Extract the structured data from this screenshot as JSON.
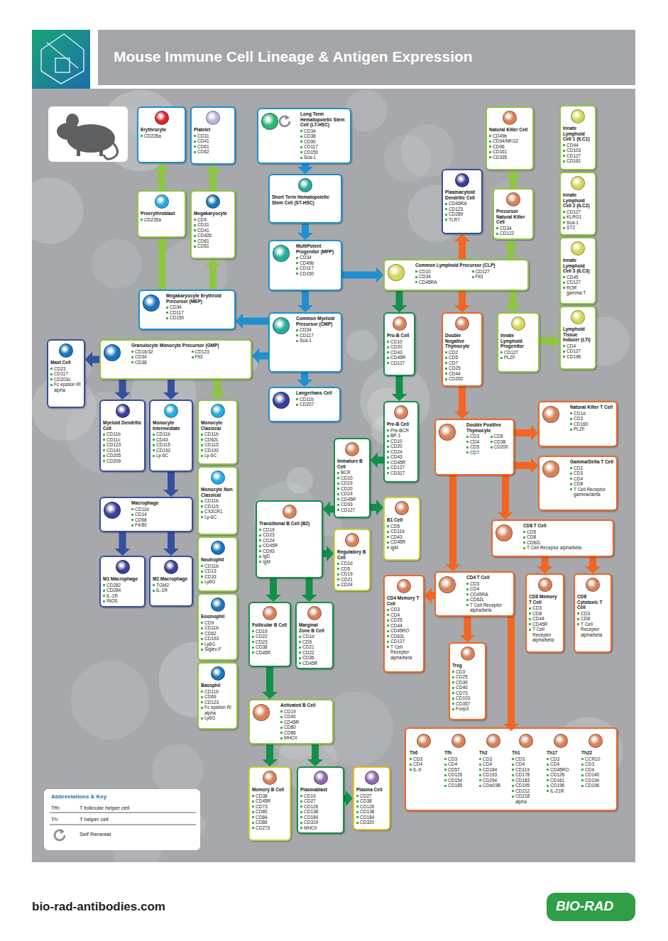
{
  "diagram": {
    "title": "Mouse Immune Cell Lineage & Antigen Expression",
    "nodes": [
      {
        "text": [
          "Erythrocyte",
          "CD235a"
        ]
      },
      {
        "text": [
          "Platelet",
          "CD31",
          "CD41",
          "CD61",
          "CD62"
        ]
      },
      {
        "text": [
          "Long Term Hematopoietic Stem Cell (LT-HSC)",
          "CD34",
          "CD38",
          "CD90",
          "CD117",
          "CD150",
          "Sca-1"
        ]
      },
      {
        "text": [
          "Short Term Hematopoietic Stem Cell (ST-HSC)"
        ]
      },
      {
        "text": [
          "Proerythroblast",
          "CD235a"
        ]
      },
      {
        "text": [
          "Megakaryocyte",
          "CD9",
          "CD31",
          "CD41",
          "CD42b",
          "CD61",
          "CD61"
        ]
      },
      {
        "text": [
          "MultiPotent Progenitor (MPP)",
          "CD34",
          "CD49b",
          "CD117",
          "CD150"
        ]
      },
      {
        "text": [
          "Common Lymphoid Precursor (CLP)",
          "CD10",
          "CD34",
          "CD45RA",
          "CD127",
          "Flt3"
        ]
      },
      {
        "text": [
          "Plasmacytoid Dendritic Cell",
          "CD45RA",
          "CD123",
          "CD289",
          "TLR7"
        ]
      },
      {
        "text": [
          "Natural Killer Cell",
          "CD49b",
          "CD94/NKG2",
          "CD96",
          "CD161",
          "CD335"
        ]
      },
      {
        "text": [
          "Precursor Natural Killer Cell",
          "CD34",
          "CD122"
        ]
      },
      {
        "text": [
          "Innate Lymphoid Cell 1 (ILC1)",
          "CD94",
          "CD103",
          "CD127",
          "CD161"
        ]
      },
      {
        "text": [
          "Innate Lymphoid Cell 2 (ILC2)",
          "CD127",
          "KLRG1",
          "Sca-1",
          "ST2"
        ]
      },
      {
        "text": [
          "Innate Lymphoid Cell 3 (ILC3)",
          "CD45",
          "CD127",
          "ROR gamma T"
        ]
      },
      {
        "text": [
          "Lymphoid Tissue Inducer (LTi)",
          "CD4",
          "CD127",
          "CD196"
        ]
      },
      {
        "text": [
          "Megakaryocyte Erythroid Precursor (MEP)",
          "CD34",
          "CD117",
          "CD150"
        ]
      },
      {
        "text": [
          "Common Myeloid Precursor (CMP)",
          "CD34",
          "CD117",
          "Sca-1"
        ]
      },
      {
        "text": [
          "Pro-B Cell",
          "CD10",
          "CD20",
          "CD43",
          "CD45R",
          "CD127"
        ]
      },
      {
        "text": [
          "Double Negative Thymocyte",
          "CD2",
          "CD5",
          "CD7",
          "CD25",
          "CD44",
          "CD200"
        ]
      },
      {
        "text": [
          "Innate Lymphoid Progenitor",
          "CD127",
          "PLZF"
        ]
      },
      {
        "text": [
          "Granulocyte Monocyte Precursor (GMP)",
          "CD16/32",
          "CD34",
          "CD38",
          "CD123",
          "Flt3"
        ]
      },
      {
        "text": [
          "Mast Cell",
          "CD23",
          "CD117",
          "CD203c",
          "Fc epsilon RI alpha"
        ]
      },
      {
        "text": [
          "Langerhans Cell",
          "CD11b",
          "CD207"
        ]
      },
      {
        "text": [
          "Myeloid Dendritic Cell",
          "CD11b",
          "CD11c",
          "CD123",
          "CD141",
          "CD205",
          "CD209"
        ]
      },
      {
        "text": [
          "Monocyte Intermediate",
          "CD11b",
          "CD43",
          "CD115",
          "CD192",
          "Ly-6C"
        ]
      },
      {
        "text": [
          "Monocyte Classical",
          "CD11b",
          "CD62L",
          "CD115",
          "CD192",
          "Ly-6C"
        ]
      },
      {
        "text": [
          "Monocyte Non Classical",
          "CD11b",
          "CD115",
          "CX3CR1",
          "Ly-6C"
        ]
      },
      {
        "text": [
          "Neutrophil",
          "CD11b",
          "CD13",
          "CD33",
          "Ly6G"
        ]
      },
      {
        "text": [
          "Eosinophil",
          "CD9",
          "CD11b",
          "CD62",
          "CD193",
          "Ly6G",
          "Siglec-F"
        ]
      },
      {
        "text": [
          "Basophil",
          "CD11b",
          "CD69",
          "CD123",
          "Fc epsilon RI alpha",
          "Ly6G"
        ]
      },
      {
        "text": [
          "Pre-B Cell",
          "Pre-BCR",
          "BP-1",
          "CD10",
          "CD20",
          "CD24",
          "CD43",
          "CD45R",
          "CD127",
          "CD317"
        ]
      },
      {
        "text": [
          "Double Positive Thymocyte",
          "CD3",
          "CD4",
          "CD5",
          "CD7",
          "CD8",
          "CD38",
          "CD200"
        ]
      },
      {
        "text": [
          "Natural Killer T Cell",
          "CD1d",
          "CD3",
          "CD160",
          "PLZF"
        ]
      },
      {
        "text": [
          "Gamma/Delta T Cell",
          "CD2",
          "CD3",
          "CD4",
          "CD8",
          "T Cell Receptor gamma/delta"
        ]
      },
      {
        "text": [
          "Macrophage",
          "CD11b",
          "CD14",
          "CD68",
          "F4/80"
        ]
      },
      {
        "text": [
          "Immature B Cell",
          "BCR",
          "CD10",
          "CD19",
          "CD20",
          "CD24",
          "CD45R",
          "CD93",
          "CD127"
        ]
      },
      {
        "text": [
          "Transitional B Cell (B2)",
          "CD19",
          "CD23",
          "CD24",
          "CD45R",
          "CD93",
          "IgD",
          "IgM"
        ]
      },
      {
        "text": [
          "B1 Cell",
          "CD5",
          "CD11b",
          "CD43",
          "CD45R",
          "IgM"
        ]
      },
      {
        "text": [
          "Regulatory B Cell",
          "CD1d",
          "CD5",
          "CD19",
          "CD21",
          "CD24"
        ]
      },
      {
        "text": [
          "CD8 T Cell",
          "CD5",
          "CD8",
          "CD62L",
          "T Cell Receptor alpha/beta"
        ]
      },
      {
        "text": [
          "M1 Macrophage",
          "CD282",
          "CD284",
          "IL-1R",
          "iNOS"
        ]
      },
      {
        "text": [
          "M2 Macrophage",
          "TGM2",
          "IL-1R"
        ]
      },
      {
        "text": [
          "CD4 T Cell",
          "CD3",
          "CD4",
          "CD45RA",
          "CD62L",
          "T Cell Receptor alpha/beta"
        ]
      },
      {
        "text": [
          "CD4 Memory T Cell",
          "CD3",
          "CD4",
          "CD25",
          "CD44",
          "CD45RO",
          "CD62L",
          "CD127",
          "T Cell Receptor alpha/beta"
        ]
      },
      {
        "text": [
          "CD8 Memory T Cell",
          "CD3",
          "CD8",
          "CD44",
          "CD45R",
          "T Cell Receptor alpha/beta"
        ]
      },
      {
        "text": [
          "CD8 Cytotoxic T Cell",
          "CD3",
          "CD8",
          "T Cell Receptor alpha/beta"
        ]
      },
      {
        "text": [
          "Follicular B Cell",
          "CD19",
          "CD22",
          "CD23",
          "CD38",
          "CD45R"
        ]
      },
      {
        "text": [
          "Marginal Zone B Cell",
          "CD1d",
          "CD9",
          "CD21",
          "CD22",
          "CD36",
          "CD45R"
        ]
      },
      {
        "text": [
          "Treg",
          "CD3",
          "CD25",
          "CD39",
          "CD40",
          "CD73",
          "CD103",
          "CD357",
          "Foxp3"
        ]
      },
      {
        "text": [
          "Activated B Cell",
          "CD19",
          "CD40",
          "CD45R",
          "CD80",
          "CD86",
          "MHCII"
        ]
      },
      {
        "text": [
          "Th0",
          "CD3",
          "CD4",
          "IL-9"
        ]
      },
      {
        "text": [
          "Tfh",
          "CD3",
          "CD4",
          "CD57",
          "CD126",
          "CD154",
          "CD185"
        ]
      },
      {
        "text": [
          "Th2",
          "CD3",
          "CD4",
          "CD184",
          "CD193",
          "CD294",
          "CDw198"
        ]
      },
      {
        "text": [
          "Th1",
          "CD3",
          "CD4",
          "CD119",
          "CD178",
          "CD183",
          "CD195",
          "CD212",
          "CD218 alpha"
        ]
      },
      {
        "text": [
          "Th17",
          "CD3",
          "CD4",
          "CD45RO",
          "CD126",
          "CD161",
          "CD196",
          "IL-21R"
        ]
      },
      {
        "text": [
          "Th22",
          "CCR10",
          "CD3",
          "CD4",
          "CD140",
          "CD194",
          "CD196"
        ]
      },
      {
        "text": [
          "Memory B Cell",
          "CD38",
          "CD45R",
          "CD73",
          "CD80",
          "CD84",
          "CD86",
          "CD273"
        ]
      },
      {
        "text": [
          "Plasmablast",
          "CD19",
          "CD27",
          "CD126",
          "CD138",
          "CD184",
          "CD319",
          "MHCII"
        ]
      },
      {
        "text": [
          "Plasma Cell",
          "CD27",
          "CD38",
          "CD126",
          "CD138",
          "CD184",
          "CD320"
        ]
      }
    ],
    "edges": [
      {
        "from": 2,
        "to": 3,
        "arrow": "to"
      },
      {
        "from": 3,
        "to": 6,
        "arrow": "to"
      },
      {
        "from": 6,
        "to": 7,
        "arrow": "to"
      },
      {
        "from": 6,
        "to": 16,
        "arrow": "to"
      },
      {
        "from": 16,
        "to": 15,
        "arrow": "to"
      },
      {
        "from": 16,
        "to": 20,
        "arrow": "to"
      },
      {
        "from": 16,
        "to": 22,
        "arrow": "to"
      },
      {
        "from": 15,
        "to": 4,
        "arrow": "to"
      },
      {
        "from": 15,
        "to": 5,
        "arrow": "to"
      },
      {
        "from": 4,
        "to": 0,
        "arrow": "to"
      },
      {
        "from": 5,
        "to": 1,
        "arrow": "to"
      },
      {
        "from": 20,
        "to": 21,
        "arrow": "to"
      },
      {
        "from": 20,
        "to": 23,
        "arrow": "to"
      },
      {
        "from": 20,
        "to": 24,
        "arrow": "to"
      },
      {
        "from": 20,
        "to": 25,
        "arrow": "to"
      },
      {
        "from": 24,
        "to": 34,
        "arrow": "to"
      },
      {
        "from": 34,
        "to": 40,
        "arrow": "to"
      },
      {
        "from": 34,
        "to": 41,
        "arrow": "to"
      },
      {
        "from": 7,
        "to": 8,
        "arrow": "to"
      },
      {
        "from": 7,
        "to": 10,
        "arrow": "to"
      },
      {
        "from": 10,
        "to": 9,
        "arrow": "to"
      },
      {
        "from": 7,
        "to": 17,
        "arrow": "to"
      },
      {
        "from": 7,
        "to": 18,
        "arrow": "to"
      },
      {
        "from": 7,
        "to": 19,
        "arrow": "to"
      },
      {
        "from": 19,
        "to": 14,
        "arrow": "to"
      },
      {
        "from": 17,
        "to": 30,
        "arrow": "to"
      },
      {
        "from": 30,
        "to": 35,
        "arrow": "to"
      },
      {
        "from": 35,
        "to": 36,
        "arrow": "to"
      },
      {
        "from": 35,
        "to": 37,
        "arrow": "to"
      },
      {
        "from": 36,
        "to": 38,
        "arrow": "to"
      },
      {
        "from": 36,
        "to": 46,
        "arrow": "to"
      },
      {
        "from": 36,
        "to": 47,
        "arrow": "to"
      },
      {
        "from": 46,
        "to": 49,
        "arrow": "to"
      },
      {
        "from": 49,
        "to": 56,
        "arrow": "to"
      },
      {
        "from": 49,
        "to": 57,
        "arrow": "to"
      },
      {
        "from": 57,
        "to": 58,
        "arrow": "to"
      },
      {
        "from": 18,
        "to": 31,
        "arrow": "to"
      },
      {
        "from": 31,
        "to": 32,
        "arrow": "to"
      },
      {
        "from": 31,
        "to": 33,
        "arrow": "to"
      },
      {
        "from": 31,
        "to": 39,
        "arrow": "to"
      },
      {
        "from": 31,
        "to": 42,
        "arrow": "to"
      },
      {
        "from": 42,
        "to": 43,
        "arrow": "to"
      },
      {
        "from": 42,
        "to": 48,
        "arrow": "to"
      },
      {
        "from": 42,
        "to": 53,
        "arrow": "to"
      },
      {
        "from": 39,
        "to": 44,
        "arrow": "to"
      },
      {
        "from": 39,
        "to": 45,
        "arrow": "to"
      }
    ],
    "labels": [
      "Abbreviations & Key",
      "Tfh:",
      "T follicular helper cell",
      "Th:",
      "T helper cell",
      "bio-rad-antibodies.com",
      "BIO-RAD"
    ],
    "legend": [
      {
        "text": "Self Renewal"
      }
    ]
  }
}
